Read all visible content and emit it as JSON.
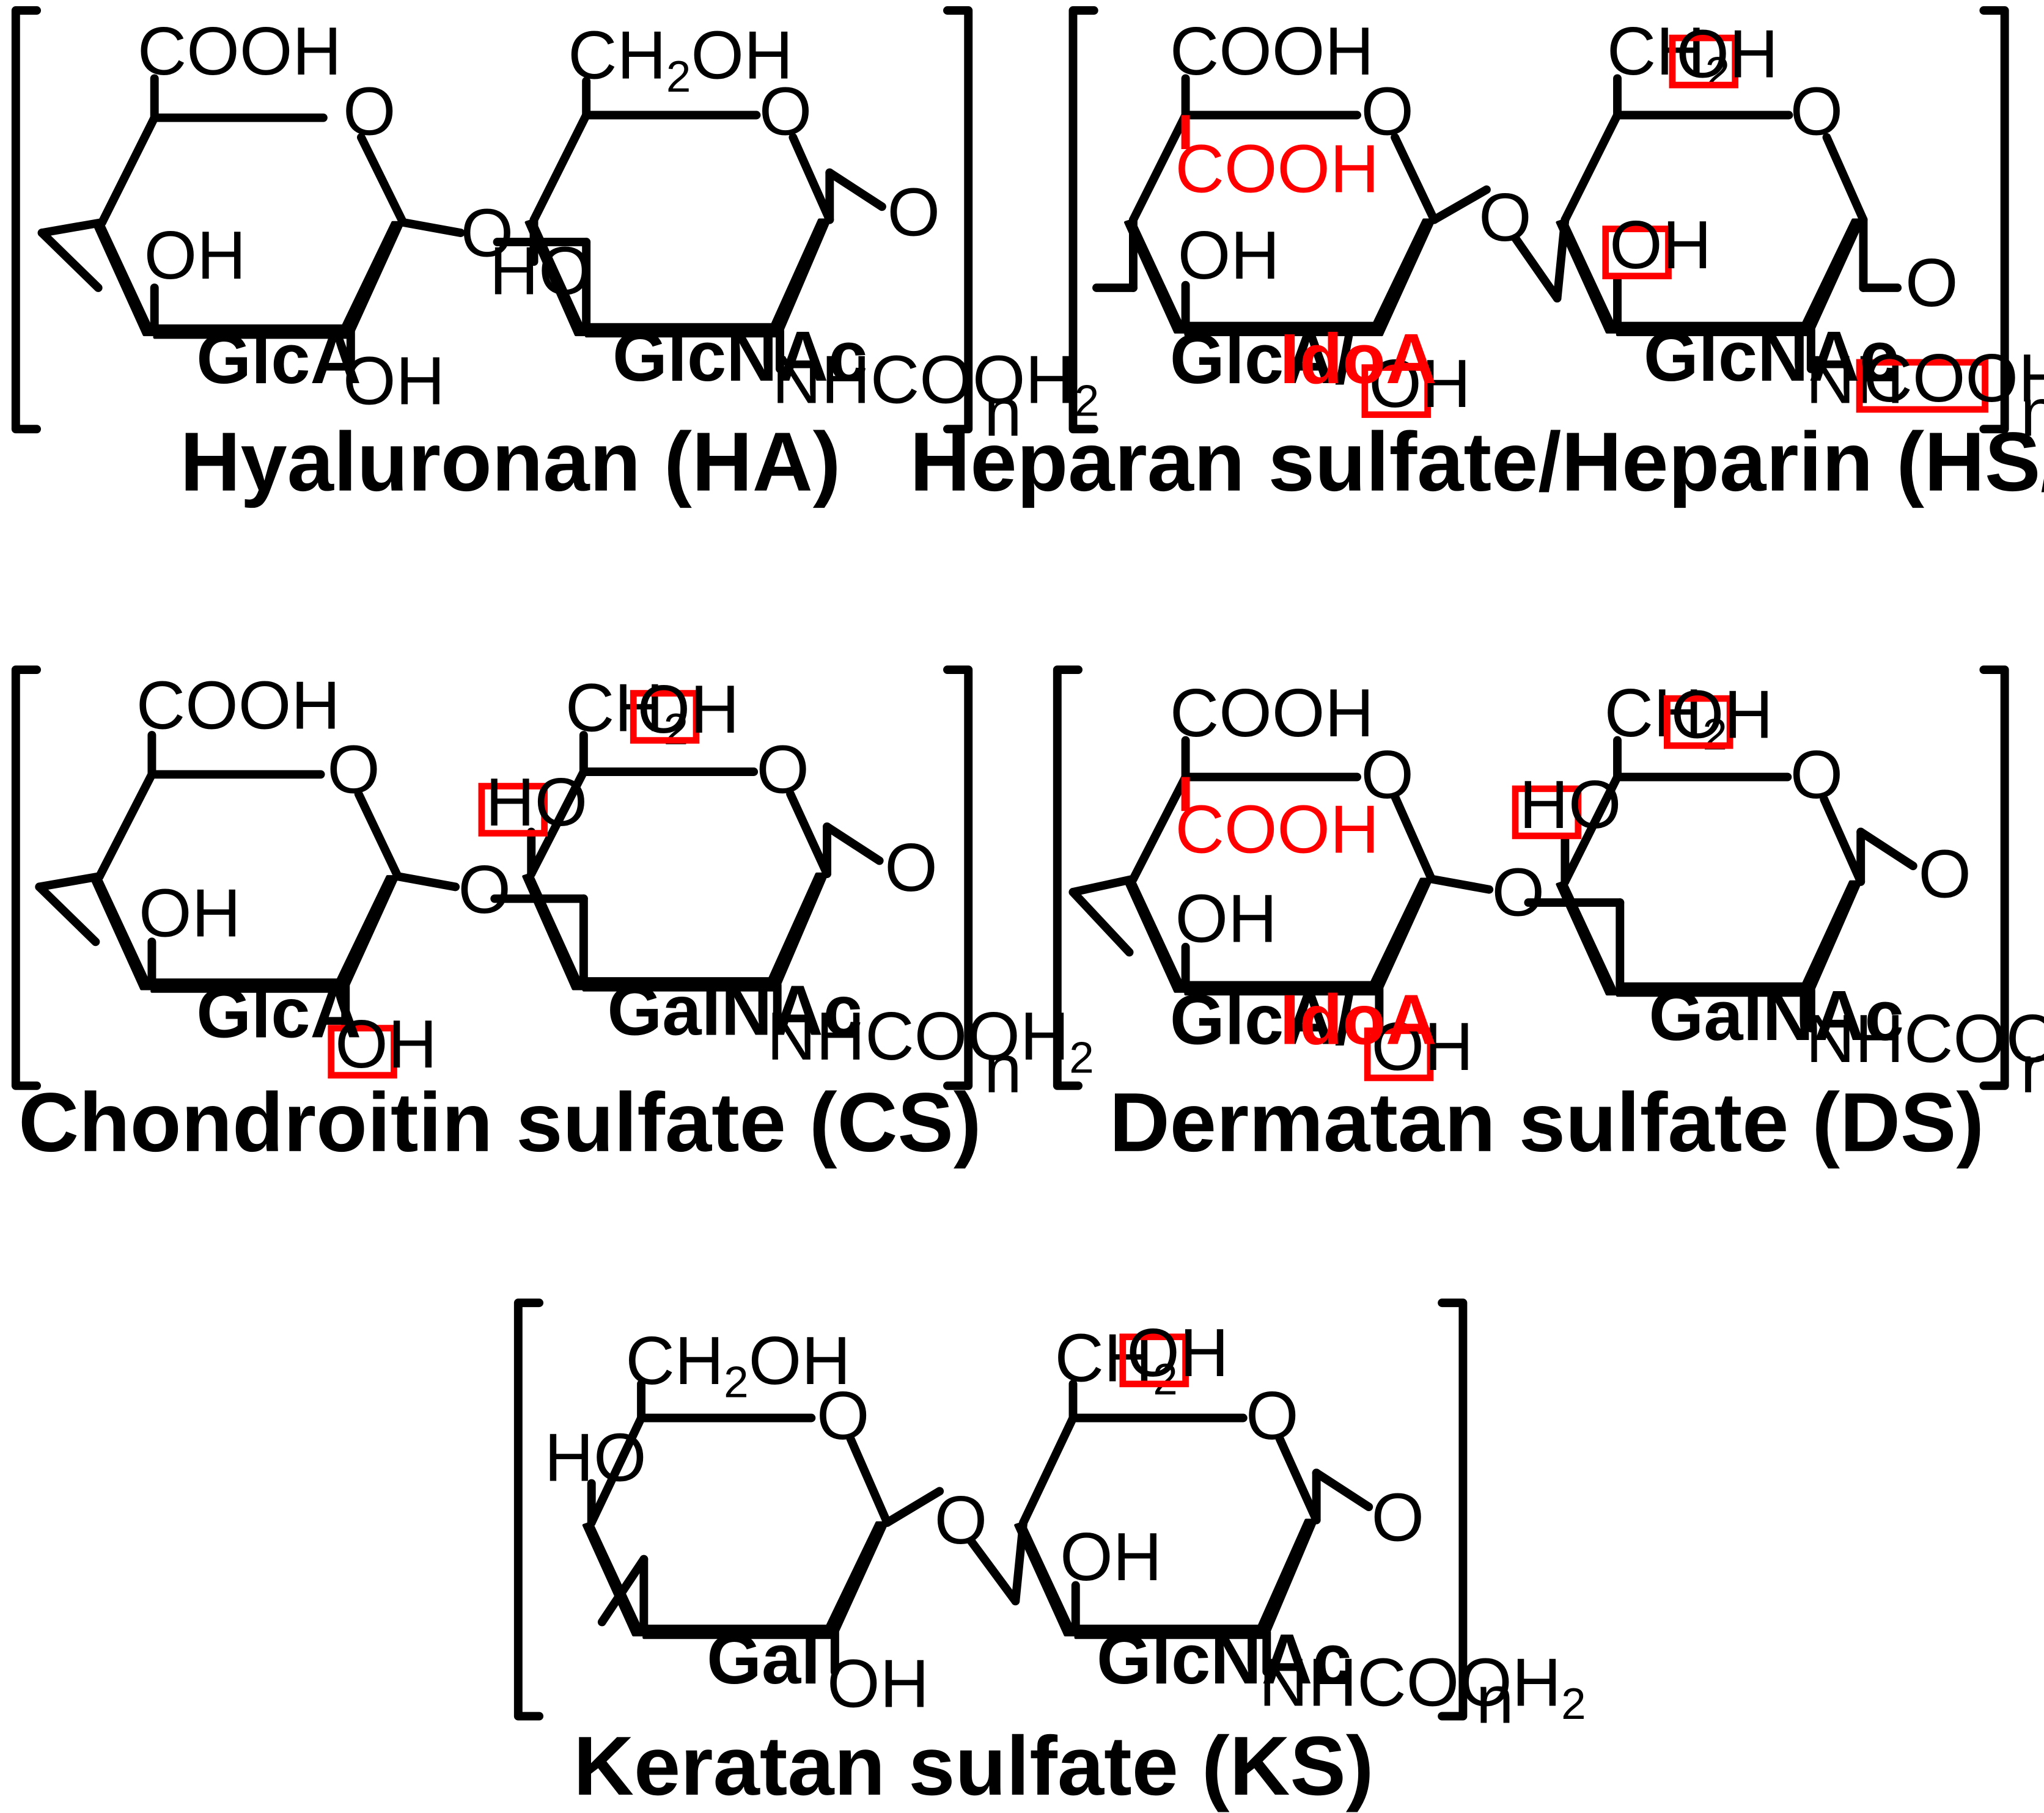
{
  "colors": {
    "ink": "#000000",
    "sulfation_highlight": "#ff0000",
    "background": "#ffffff"
  },
  "labels": {
    "cooh": "COOH",
    "ch2": "CH",
    "ch2_sub": "2",
    "oh": "OH",
    "ho": "HO",
    "o": "O",
    "nh": "NH",
    "nhcooh": "NHCOOH",
    "cooh2": "COOH",
    "h2_sub": "2",
    "n": "n"
  },
  "panels": {
    "ha": {
      "title": "Hyaluronan (HA)",
      "sugar1": "GlcA",
      "sugar2": "GlcNAc"
    },
    "hs": {
      "title": "Heparan sulfate/Heparin (HS/H)",
      "sugar1_a": "GlcA/",
      "sugar1_b": "IdoA",
      "sugar2": "GlcNAc"
    },
    "cs": {
      "title": "Chondroitin sulfate (CS)",
      "sugar1": "GlcA",
      "sugar2": "GalNAc"
    },
    "ds": {
      "title": "Dermatan sulfate (DS)",
      "sugar1_a": "GlcA/",
      "sugar1_b": "IdoA",
      "sugar2": "GalNAc"
    },
    "ks": {
      "title": "Keratan sulfate (KS)",
      "sugar1": "Gal",
      "sugar2": "GlcNAc"
    }
  }
}
